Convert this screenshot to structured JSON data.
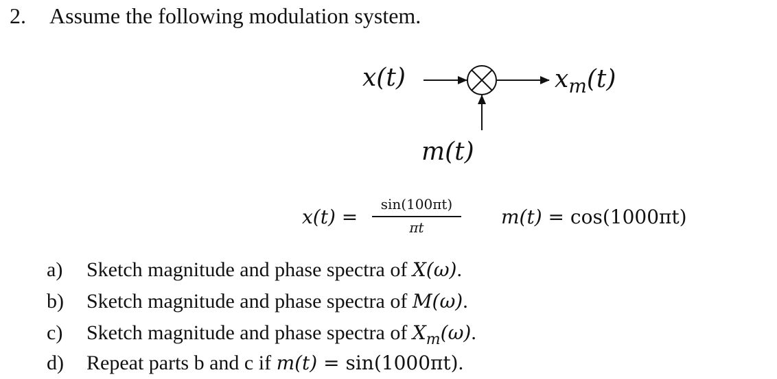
{
  "problem": {
    "number": "2.",
    "statement": "Assume the following modulation system."
  },
  "diagram": {
    "input_label": "x(t)",
    "output_label_main": "x",
    "output_label_sub": "m",
    "output_label_tail": "(t)",
    "carrier_label": "m(t)",
    "mixer_icon": "multiplier-circle-icon"
  },
  "equations": {
    "x_lhs": "x(t) =",
    "x_numerator": "sin(100πt)",
    "x_denominator": "πt",
    "m_lhs": "m(t)",
    "m_eq": " = ",
    "m_rhs": "cos(1000πt)"
  },
  "parts": [
    {
      "letter": "a)",
      "text": "Sketch magnitude and phase spectra of ",
      "math": "X(ω)",
      "tail": "."
    },
    {
      "letter": "b)",
      "text": "Sketch magnitude and phase spectra of ",
      "math": "M(ω)",
      "tail": "."
    },
    {
      "letter": "c)",
      "text": "Sketch magnitude and phase spectra of ",
      "math_main": "X",
      "math_sub": "m",
      "math_tail": "(ω)",
      "tail": "."
    },
    {
      "letter": "d)",
      "text": "Repeat parts b and c if ",
      "math": "m(t)",
      "eq": " = ",
      "rhs": "sin(1000πt)",
      "tail": "."
    }
  ]
}
